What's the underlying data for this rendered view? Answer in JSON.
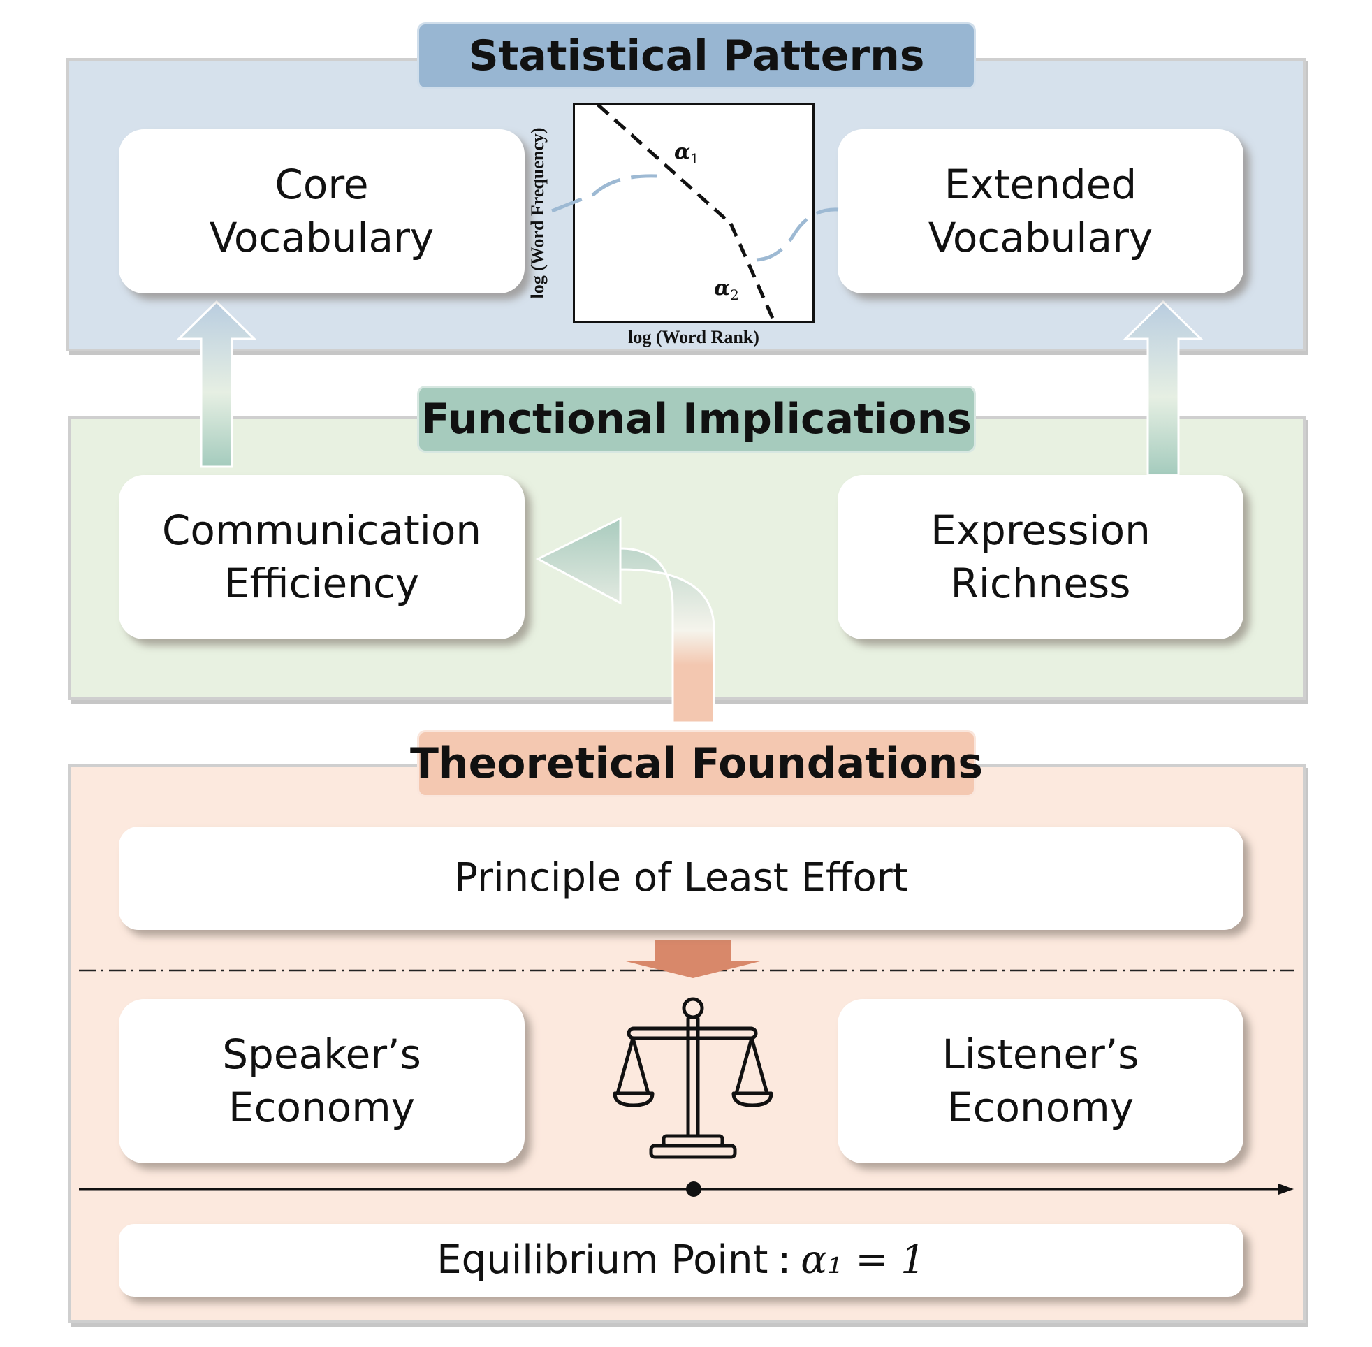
{
  "statistical_patterns": {
    "title": "Statistical Patterns",
    "core_vocabulary": "Core\nVocabulary",
    "extended_vocabulary": "Extended\nVocabulary",
    "plot": {
      "xlabel": "log (Word Rank)",
      "ylabel": "log (Word Frequency)",
      "alpha1_symbol": "α",
      "alpha1_sub": "1",
      "alpha2_symbol": "α",
      "alpha2_sub": "2"
    }
  },
  "functional_implications": {
    "title": "Functional Implications",
    "communication_efficiency": "Communication\nEfficiency",
    "expression_richness": "Expression\nRichness"
  },
  "theoretical_foundations": {
    "title": "Theoretical Foundations",
    "principle": "Principle of Least Effort",
    "speaker": "Speaker’s\nEconomy",
    "listener": "Listener’s\nEconomy",
    "equilibrium_label": "Equilibrium Point",
    "equilibrium_sep": ":",
    "equilibrium_value": "α₁ = 1"
  },
  "colors": {
    "stat_panel": "#d6e1ec",
    "stat_header": "#98b6d2",
    "func_panel": "#e8f1e1",
    "func_header": "#a6cbbd",
    "theo_panel": "#fce9de",
    "theo_header": "#f4c8b1",
    "down_arrow": "#d8886a",
    "connector": "#9db9d3"
  },
  "icons": [
    "balance-scale-icon",
    "up-arrow-icon",
    "curved-arrow-icon",
    "down-arrow-icon"
  ]
}
